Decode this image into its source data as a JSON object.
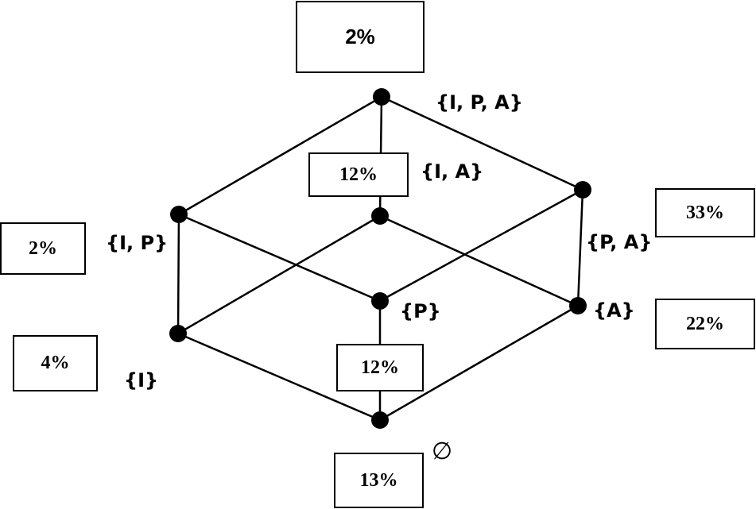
{
  "diagram": {
    "nodes": [
      {
        "id": "IPA",
        "label": "{I, P, A}",
        "percent": "2%"
      },
      {
        "id": "IA",
        "label": "{I, A}",
        "percent": "12%"
      },
      {
        "id": "IP",
        "label": "{I, P}",
        "percent": "2%"
      },
      {
        "id": "PA",
        "label": "{P, A}",
        "percent": "33%"
      },
      {
        "id": "P",
        "label": "{P}",
        "percent": "12%"
      },
      {
        "id": "A",
        "label": "{A}",
        "percent": "22%"
      },
      {
        "id": "I",
        "label": "{I}",
        "percent": "4%"
      },
      {
        "id": "empty",
        "label": "∅",
        "percent": "13%"
      }
    ],
    "edges": [
      [
        "IPA",
        "IA"
      ],
      [
        "IPA",
        "IP"
      ],
      [
        "IPA",
        "PA"
      ],
      [
        "IA",
        "I"
      ],
      [
        "IA",
        "A"
      ],
      [
        "IP",
        "I"
      ],
      [
        "IP",
        "P"
      ],
      [
        "PA",
        "P"
      ],
      [
        "PA",
        "A"
      ],
      [
        "I",
        "empty"
      ],
      [
        "P",
        "empty"
      ],
      [
        "A",
        "empty"
      ]
    ]
  }
}
